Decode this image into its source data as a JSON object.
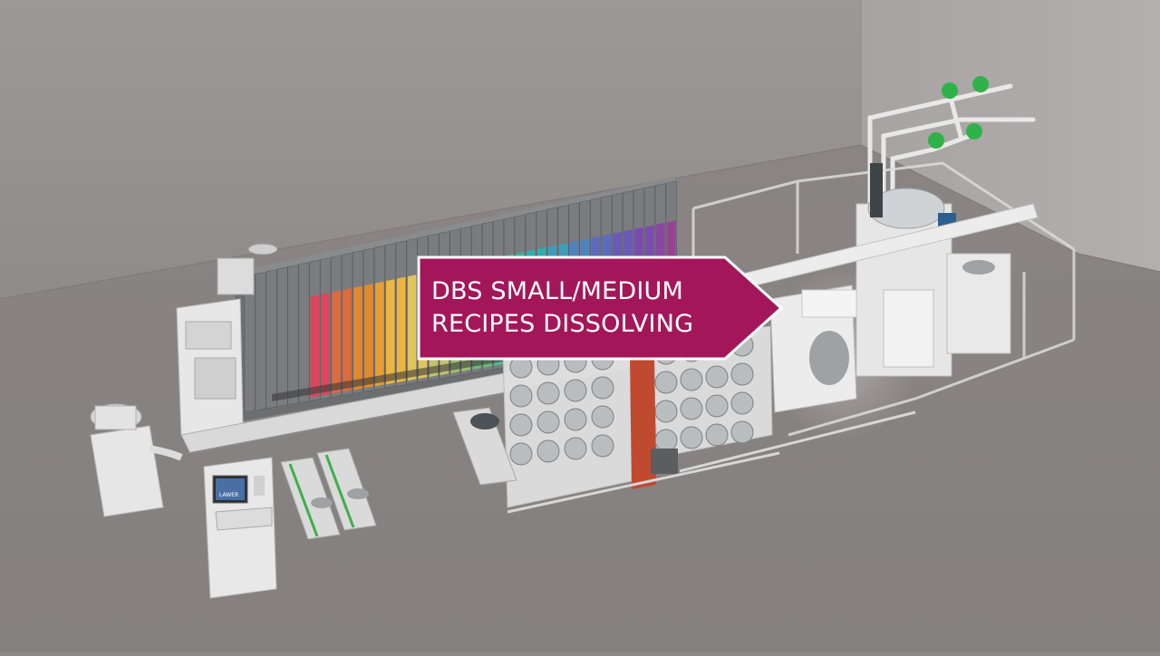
{
  "callout": {
    "line1": "DBS SMALL/MEDIUM",
    "line2": "RECIPES DISSOLVING"
  },
  "brand_label": "LAWER",
  "colors": {
    "wall": "#9a9694",
    "floor": "#8a8584",
    "callout_fill": "#a3175a",
    "callout_border": "#ffffff",
    "machine_white": "#e9e9e9",
    "column_red": "#c04a2f",
    "valve_green": "#2fb24a"
  },
  "bin_colors": [
    "#c61a2a",
    "#d32136",
    "#de2b4b",
    "#e0455b",
    "#e46a3a",
    "#e88a2a",
    "#eda02e",
    "#f1b83c",
    "#e6c75a",
    "#c8c66a",
    "#9fc26b",
    "#6fbf76",
    "#4cbf8c",
    "#35b9a0",
    "#2bb1b3",
    "#3a9fc1",
    "#4a84c5",
    "#5a6bc3",
    "#6a57bd",
    "#7b4ab3",
    "#8c43a6",
    "#9a3f98"
  ]
}
